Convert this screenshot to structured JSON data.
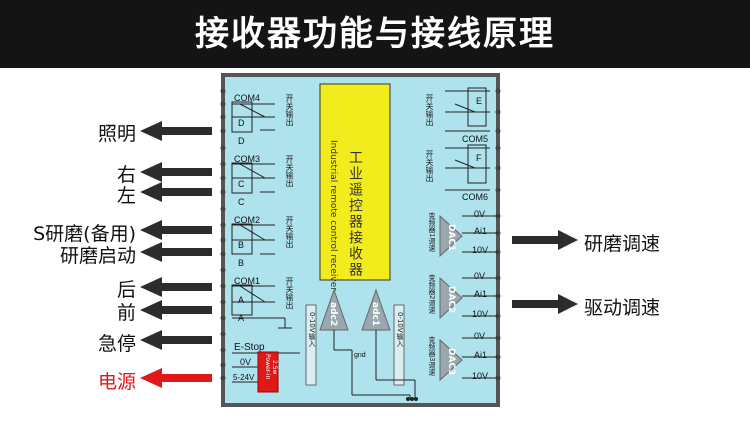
{
  "title": "接收器功能与接线原理",
  "left_labels": [
    "照明",
    "右",
    "左",
    "S研磨(备用)",
    "研磨启动",
    "后",
    "前",
    "急停",
    "电源"
  ],
  "right_labels": [
    "研磨调速",
    "驱动调速"
  ],
  "com_left": [
    "COM4",
    "COM3",
    "COM2",
    "COM1"
  ],
  "com_right": [
    "COM5",
    "COM6"
  ],
  "relay_letters_left": [
    "D",
    "D",
    "C",
    "C",
    "B",
    "B",
    "A",
    "A"
  ],
  "relay_letters_right": [
    "E",
    "F"
  ],
  "switch_output": "开关输出",
  "center_box_cn": "工业遥控器接收器",
  "center_box_en": "Industrial remote control receiver",
  "adc": [
    "adc2",
    "adc1"
  ],
  "adc_input_label": "0-10V输入",
  "gnd": "gnd",
  "dac": [
    "DAC1",
    "DAC2",
    "DAC3"
  ],
  "dac_ports": [
    "0V",
    "Ai1",
    "10V"
  ],
  "dac_labels": [
    "变频器1调速",
    "变频器2调速",
    "变频器3调速"
  ],
  "estop": "E-Stop",
  "power_ports": [
    "0V",
    "5-24V"
  ],
  "power_in": "Power-in",
  "power_spec": "2.5w",
  "colors": {
    "title_bg": "#141414",
    "board": "#aee3ee",
    "box": "#f2ec1c",
    "arrow": "#2c2c2c",
    "power_arrow": "#e01818",
    "dac_triangle": "#9aa7ad"
  }
}
